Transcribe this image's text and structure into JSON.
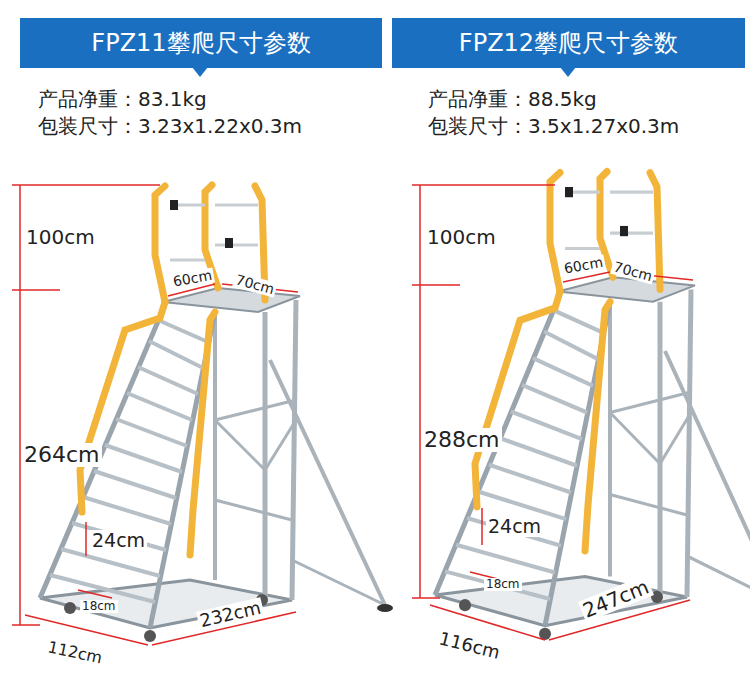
{
  "diagram": {
    "nodes": [
      {
        "text": [
          "FPZ11攀爬尺寸参数"
        ]
      },
      {
        "text": [
          "FPZ12攀爬尺寸参数"
        ]
      }
    ],
    "labels": [
      "产品净重：83.1kg",
      "包装尺寸：3.23x1.22x0.3m",
      "100cm",
      "60cm",
      "70cm",
      "264cm",
      "24cm",
      "18cm",
      "112cm",
      "232cm",
      "产品净重：88.5kg",
      "包装尺寸：3.5x1.27x0.3m",
      "100cm",
      "60cm",
      "70cm",
      "288cm",
      "24cm",
      "18cm",
      "116cm",
      "247cm"
    ]
  }
}
